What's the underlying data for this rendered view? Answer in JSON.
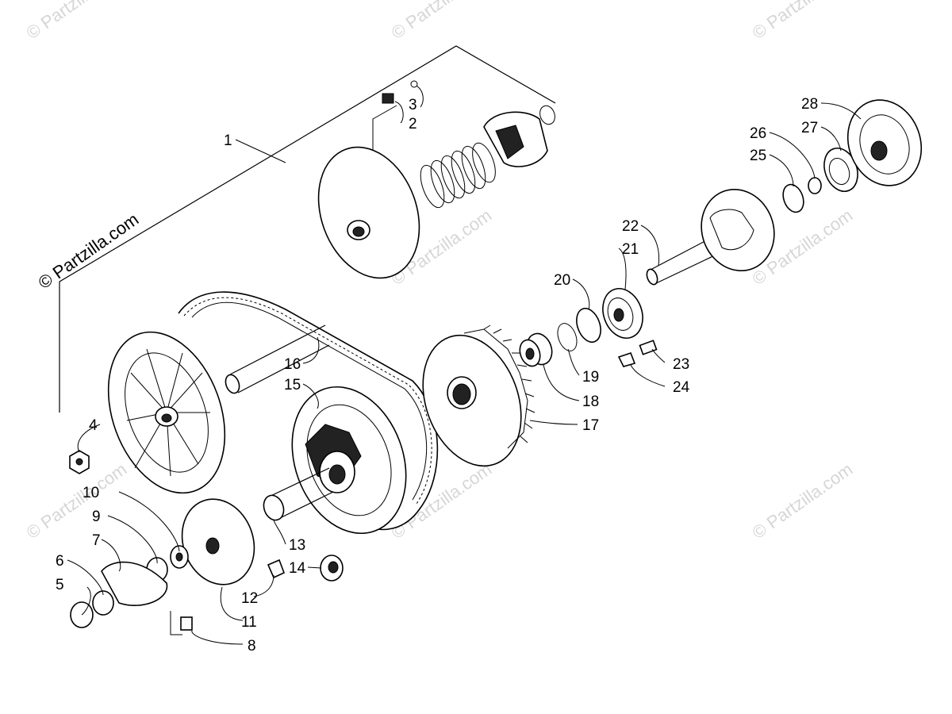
{
  "watermark": "© Partzilla.com",
  "copyright_text": "© Partzilla.com",
  "callouts": [
    "1",
    "2",
    "3",
    "4",
    "5",
    "6",
    "7",
    "8",
    "9",
    "10",
    "11",
    "12",
    "13",
    "14",
    "15",
    "16",
    "17",
    "18",
    "19",
    "20",
    "21",
    "22",
    "23",
    "24",
    "25",
    "26",
    "27",
    "28"
  ]
}
